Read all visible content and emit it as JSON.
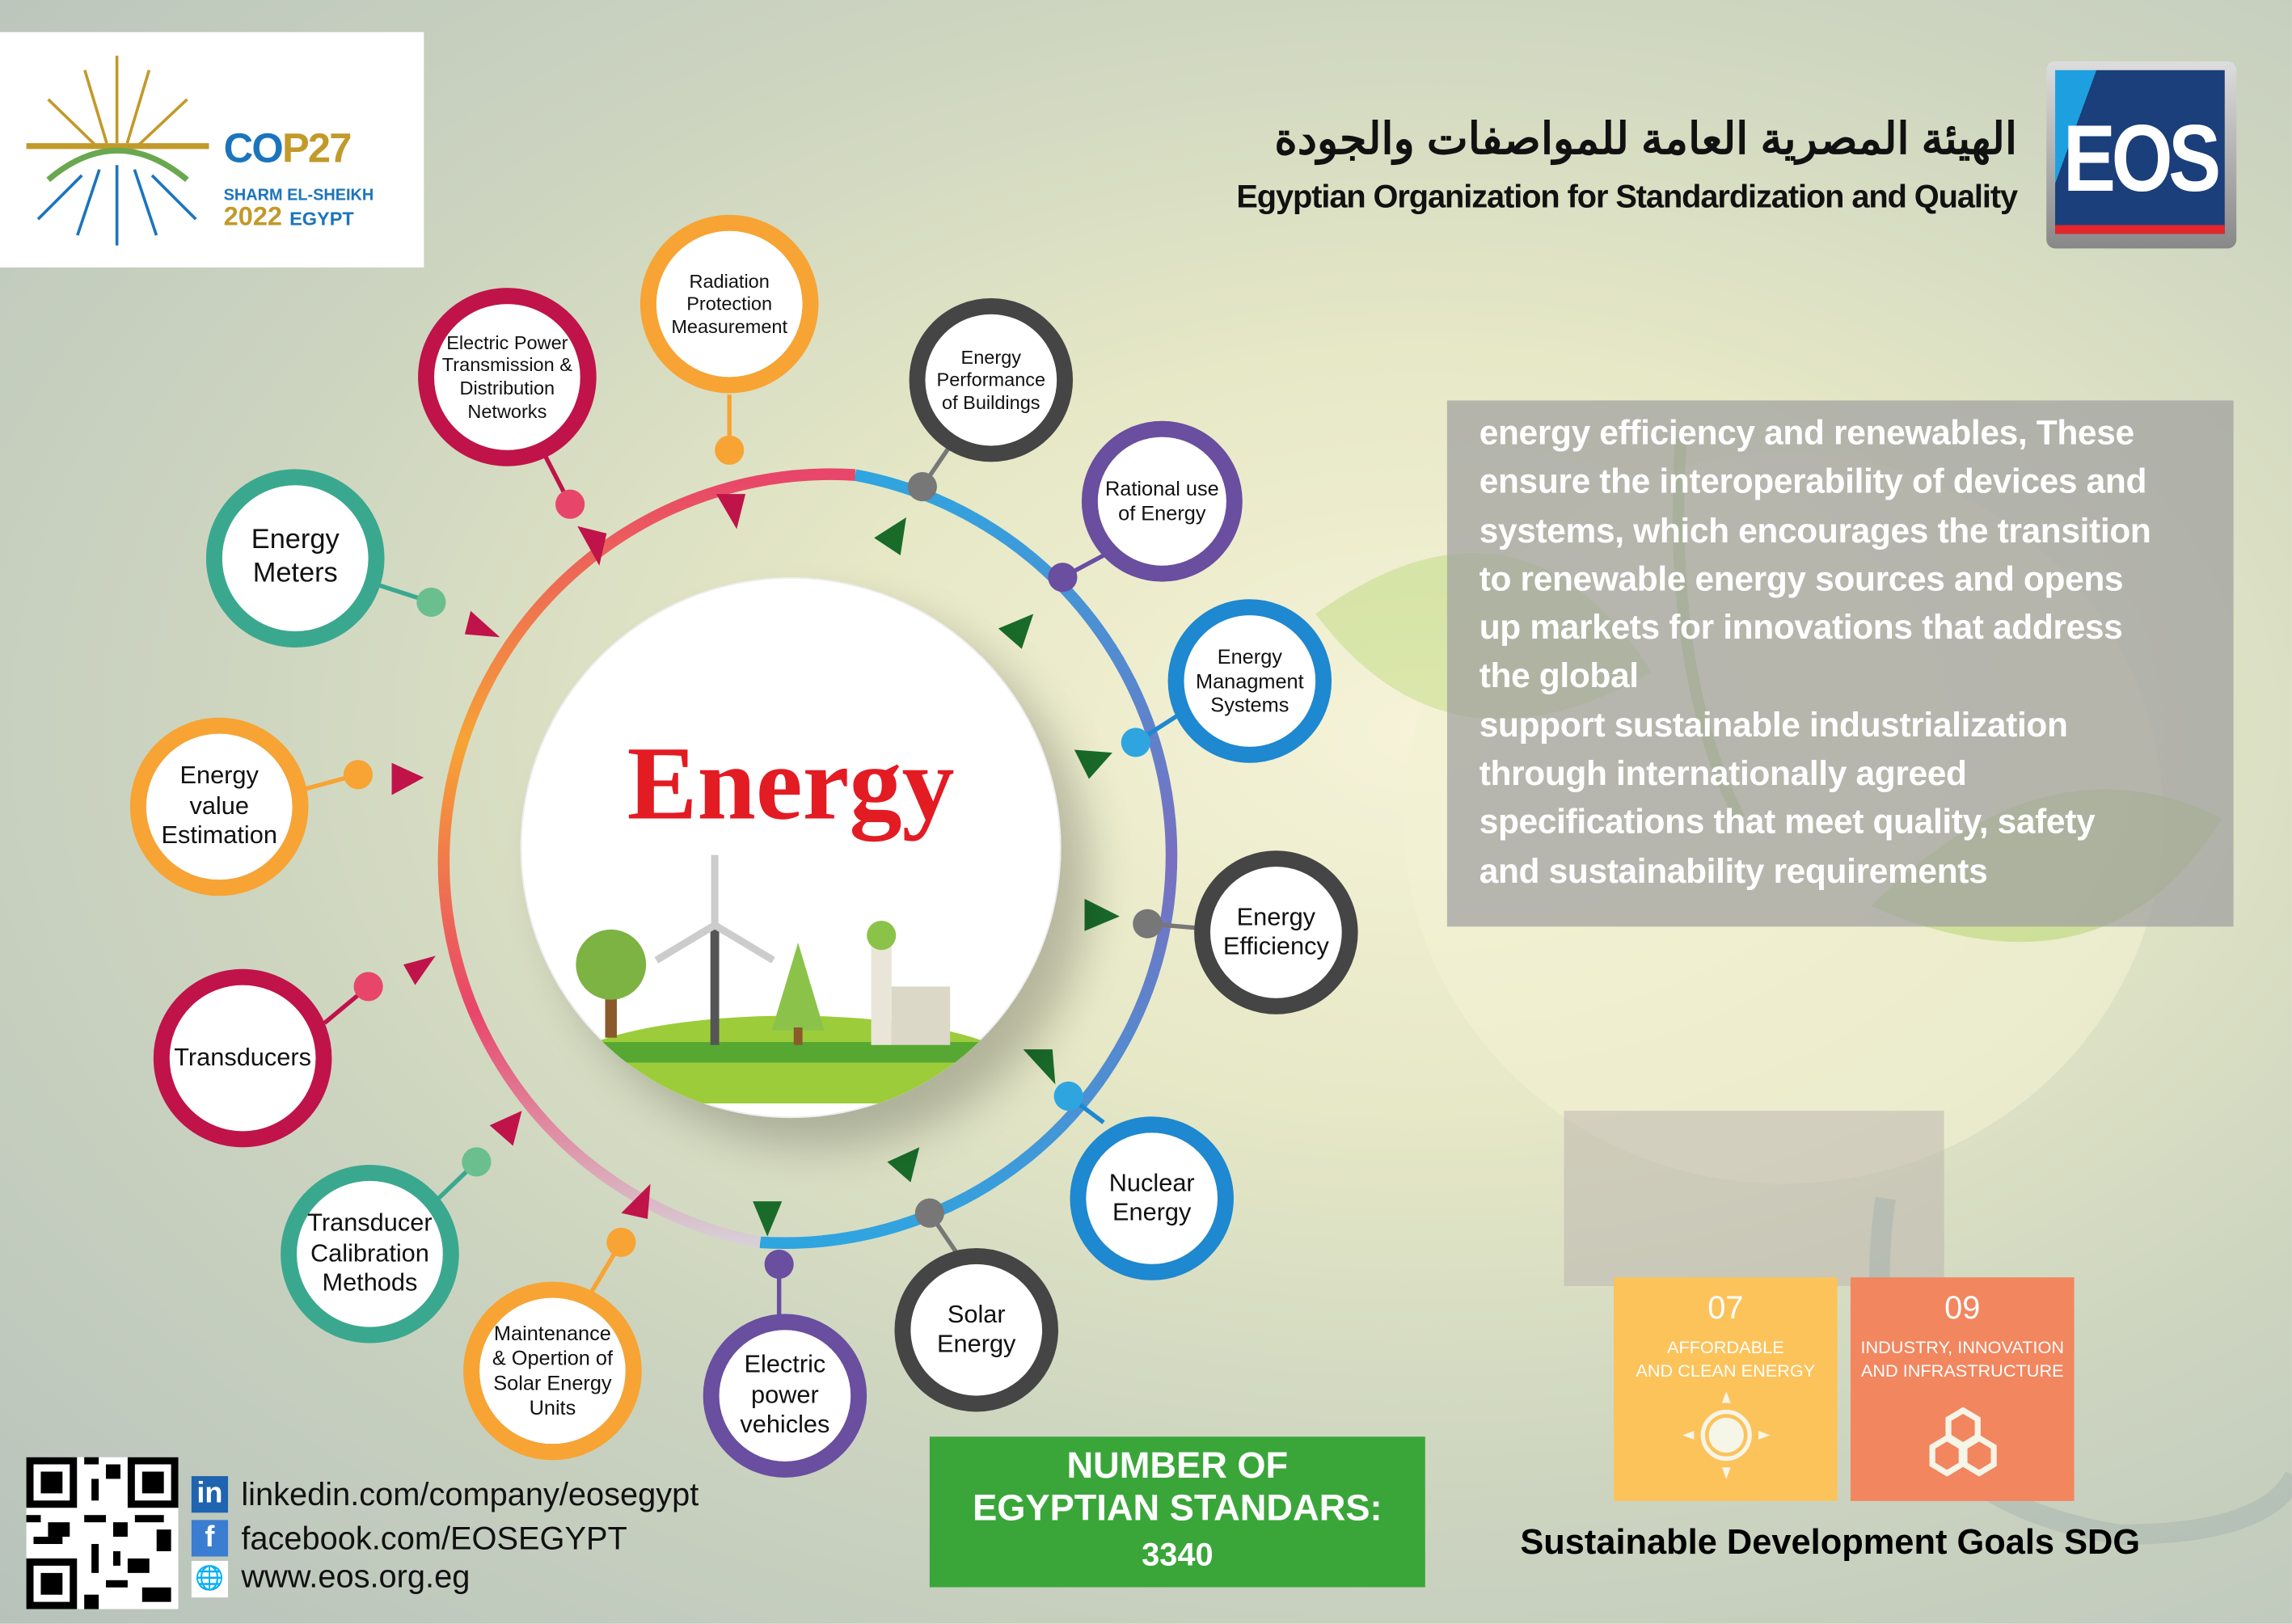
{
  "cop_logo": {
    "title_a": "CO",
    "title_b": "P27",
    "location": "SHARM EL-SHEIKH",
    "year": "2022",
    "country": "EGYPT"
  },
  "header": {
    "arabic_name": "الهيئة المصرية العامة للمواصفات والجودة",
    "english_name": "Egyptian Organization for Standardization and Quality",
    "logo_text": "EOS"
  },
  "center": {
    "title": "Energy"
  },
  "nodes": [
    {
      "label": "Radiation\nProtection\nMeasurement",
      "color": "#f7a434"
    },
    {
      "label": "Electric Power\nTransmission &\nDistribution\nNetworks",
      "color": "#c0134a"
    },
    {
      "label": "Energy\nMeters",
      "color": "#3aa88f"
    },
    {
      "label": "Energy\nvalue\nEstimation",
      "color": "#f7a434"
    },
    {
      "label": "Transducers",
      "color": "#c0134a"
    },
    {
      "label": "Transducer\nCalibration\nMethods",
      "color": "#3aa88f"
    },
    {
      "label": "Maintenance\n& Opertion of\nSolar Energy\nUnits",
      "color": "#f7a434"
    },
    {
      "label": "Electric\npower\nvehicles",
      "color": "#6a4ea0"
    },
    {
      "label": "Solar\nEnergy",
      "color": "#454545"
    },
    {
      "label": "Nuclear\nEnergy",
      "color": "#1e88d0"
    },
    {
      "label": "Energy\nEfficiency",
      "color": "#454545"
    },
    {
      "label": "Energy\nManagment\nSystems",
      "color": "#1e88d0"
    },
    {
      "label": "Rational use\nof Energy",
      "color": "#6a4ea0"
    },
    {
      "label": "Energy\nPerformance\nof Buildings",
      "color": "#454545"
    }
  ],
  "panel": {
    "text": "energy efficiency and renewables, These\nensure the interoperability of devices and\nsystems, which encourages the transition\nto renewable energy sources and opens\nup markets for innovations that address\nthe global\nsupport sustainable industrialization\nthrough internationally agreed\nspecifications that meet quality, safety\nand sustainability requirements"
  },
  "standards": {
    "line1": "NUMBER  OF",
    "line2": "EGYPTIAN STANDARS:",
    "count": "3340"
  },
  "sdg": {
    "goals": [
      {
        "number": "07",
        "title": "AFFORDABLE\nAND CLEAN ENERGY",
        "color": "#fcc35b",
        "icon": "sun-icon"
      },
      {
        "number": "09",
        "title": "INDUSTRY, INNOVATION\nAND INFRASTRUCTURE",
        "color": "#f2865f",
        "icon": "cubes-icon"
      }
    ],
    "title": "Sustainable Development Goals SDG"
  },
  "contacts": {
    "linkedin": "linkedin.com/company/eosegypt",
    "facebook": "facebook.com/EOSEGYPT",
    "website": "www.eos.org.eg"
  }
}
